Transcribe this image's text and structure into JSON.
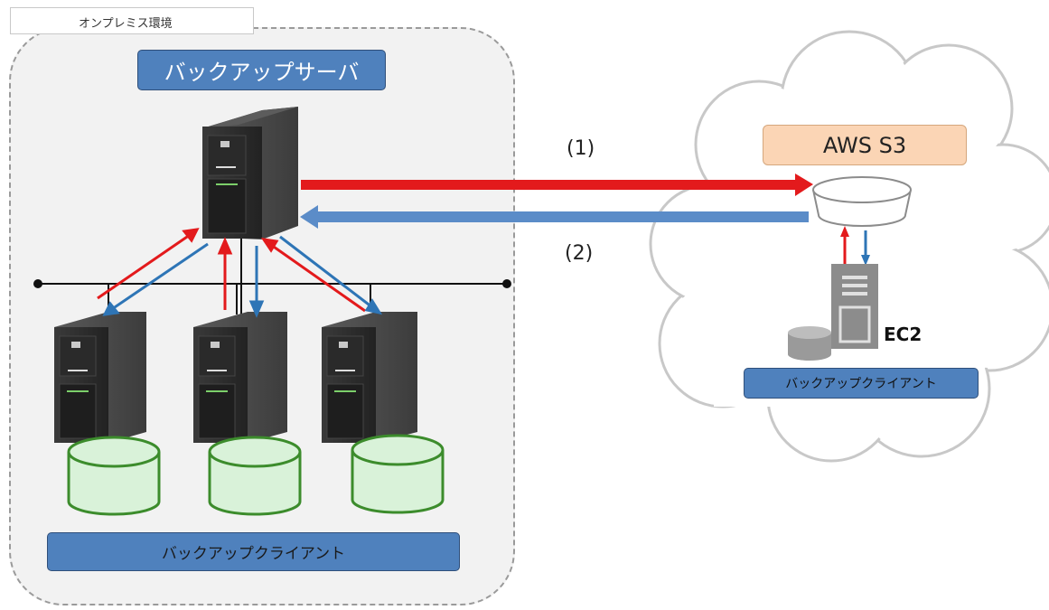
{
  "onprem": {
    "tab_label": "オンプレミス環境",
    "server_label": "バックアップサーバ",
    "client_label": "バックアップクライアント"
  },
  "aws": {
    "s3_label": "AWS S3",
    "ec2_label": "EC2",
    "client_label": "バックアップクライアント"
  },
  "arrows": {
    "label_1": "(1)",
    "label_2": "(2)"
  },
  "colors": {
    "upload_arrow": "#e31a1c",
    "restore_arrow": "#5b8cc8",
    "label_fill": "#4f81bd",
    "s3_fill": "#fbd5b5",
    "disk_fill": "#d9f2d9",
    "disk_stroke": "#3c8c2c"
  }
}
